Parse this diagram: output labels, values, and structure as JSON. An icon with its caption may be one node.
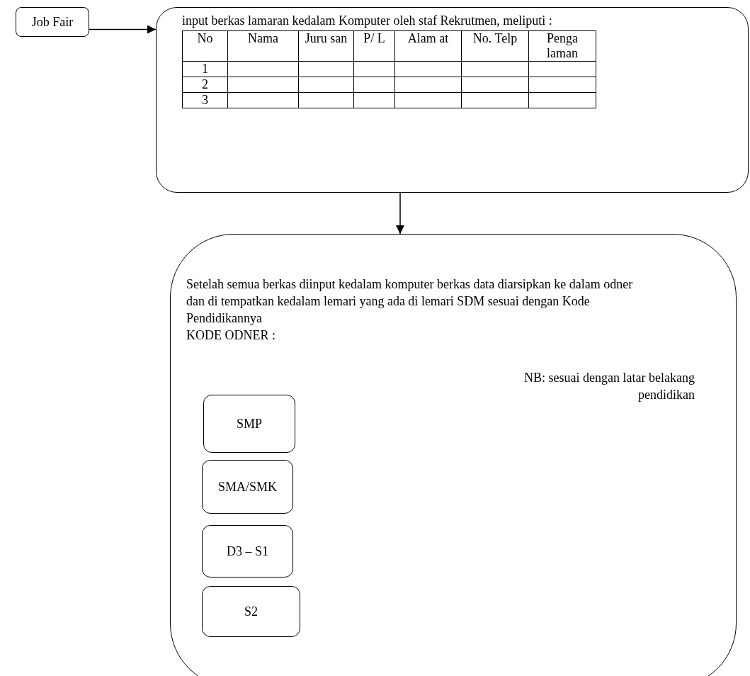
{
  "diagram": {
    "nodes": [
      {
        "text": [
          "Job Fair"
        ]
      },
      {
        "text": [
          "input berkas lamaran kedalam Komputer oleh staf Rekrutmen, meliputi :"
        ]
      },
      {
        "text": [
          "Setelah semua berkas diinput kedalam komputer berkas data diarsipkan ke dalam odner dan di tempatkan kedalam lemari yang ada di lemari SDM sesuai dengan Kode Pendidikannya",
          "KODE ODNER :",
          "NB: sesuai dengan latar belakang pendidikan"
        ]
      },
      {
        "text": [
          "SMP"
        ],
        "in": 2
      },
      {
        "text": [
          "SMA/SMK"
        ],
        "in": 2
      },
      {
        "text": [
          "D3 – S1"
        ],
        "in": 2
      },
      {
        "text": [
          "S2"
        ],
        "in": 2
      }
    ],
    "edges": [
      {
        "from": 0,
        "to": 1,
        "arrow": "to"
      },
      {
        "from": 1,
        "to": 2,
        "arrow": "to"
      }
    ],
    "labels": [
      "No",
      "Nama",
      "Juru san",
      "P/ L",
      "Alam at",
      "No. Telp",
      "Penga laman",
      "1",
      "2",
      "3"
    ]
  }
}
